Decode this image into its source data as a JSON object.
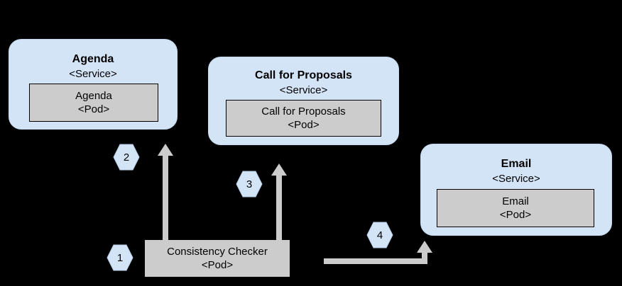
{
  "diagram": {
    "background_color": "#000000",
    "service_fill": "#d4e4f7",
    "pod_fill": "#cccccc",
    "arrow_color": "#cccccc",
    "badge_fill": "#d4e4f7",
    "text_color": "#000000",
    "services": [
      {
        "id": "agenda",
        "title": "Agenda",
        "kind": "<Service>",
        "pod_name": "Agenda",
        "pod_kind": "<Pod>"
      },
      {
        "id": "call-for-proposals",
        "title": "Call for Proposals",
        "kind": "<Service>",
        "pod_name": "Call for Proposals",
        "pod_kind": "<Pod>"
      },
      {
        "id": "email",
        "title": "Email",
        "kind": "<Service>",
        "pod_name": "Email",
        "pod_kind": "<Pod>"
      }
    ],
    "standalone_pod": {
      "id": "consistency-checker",
      "pod_name": "Consistency Checker",
      "pod_kind": "<Pod>"
    },
    "steps": [
      {
        "id": "step-1",
        "label": "1"
      },
      {
        "id": "step-2",
        "label": "2"
      },
      {
        "id": "step-3",
        "label": "3"
      },
      {
        "id": "step-4",
        "label": "4"
      }
    ],
    "arrows": [
      {
        "id": "arrow-to-agenda",
        "from": "consistency-checker",
        "to": "agenda",
        "step": "2",
        "shape": "straight-up"
      },
      {
        "id": "arrow-to-call-for-proposals",
        "from": "consistency-checker",
        "to": "call-for-proposals",
        "step": "3",
        "shape": "straight-up"
      },
      {
        "id": "arrow-to-email",
        "from": "consistency-checker",
        "to": "email",
        "step": "4",
        "shape": "elbow-right-up"
      }
    ]
  }
}
